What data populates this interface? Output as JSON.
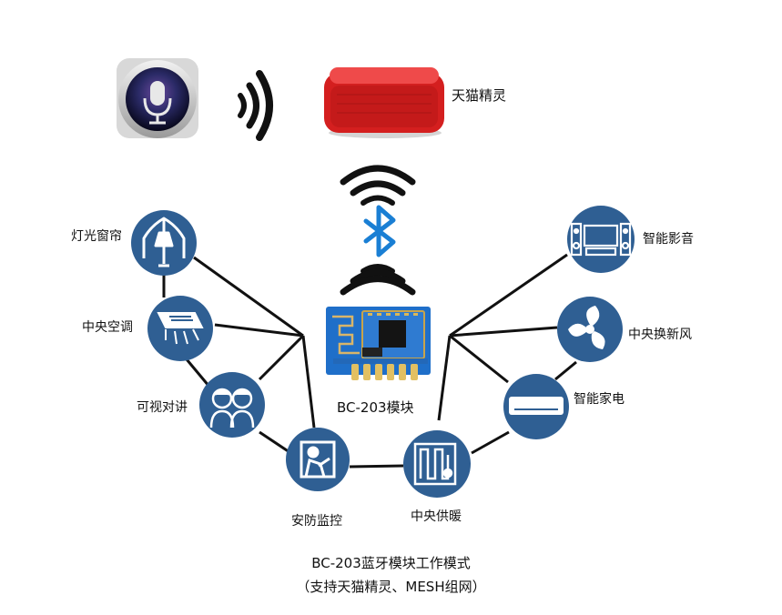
{
  "speaker": {
    "label": "天猫精灵",
    "body_color": "#e32626"
  },
  "module": {
    "label": "BC-203模块",
    "pcb_color": "#1f6fc9"
  },
  "nodes": {
    "lighting": "灯光窗帘",
    "ac": "中央空调",
    "intercom": "可视对讲",
    "security": "安防监控",
    "heating": "中央供暖",
    "appliance": "智能家电",
    "ventilation": "中央换新风",
    "av": "智能影音"
  },
  "caption": {
    "line1": "BC-203蓝牙模块工作模式",
    "line2": "（支持天猫精灵、MESH组网）"
  },
  "colors": {
    "node_fill": "#2f5f93",
    "bluetooth": "#1a7fd4",
    "line": "#111111"
  },
  "icons": {
    "assistant": "microphone-icon",
    "voice": "sound-wave-icon",
    "bluetooth": "bluetooth-icon",
    "lighting": "lamp-curtain-icon",
    "ac": "air-conditioner-icon",
    "intercom": "people-icon",
    "security": "guard-icon",
    "heating": "heating-coil-icon",
    "appliance": "wall-ac-icon",
    "ventilation": "fan-icon",
    "av": "tv-speakers-icon"
  }
}
